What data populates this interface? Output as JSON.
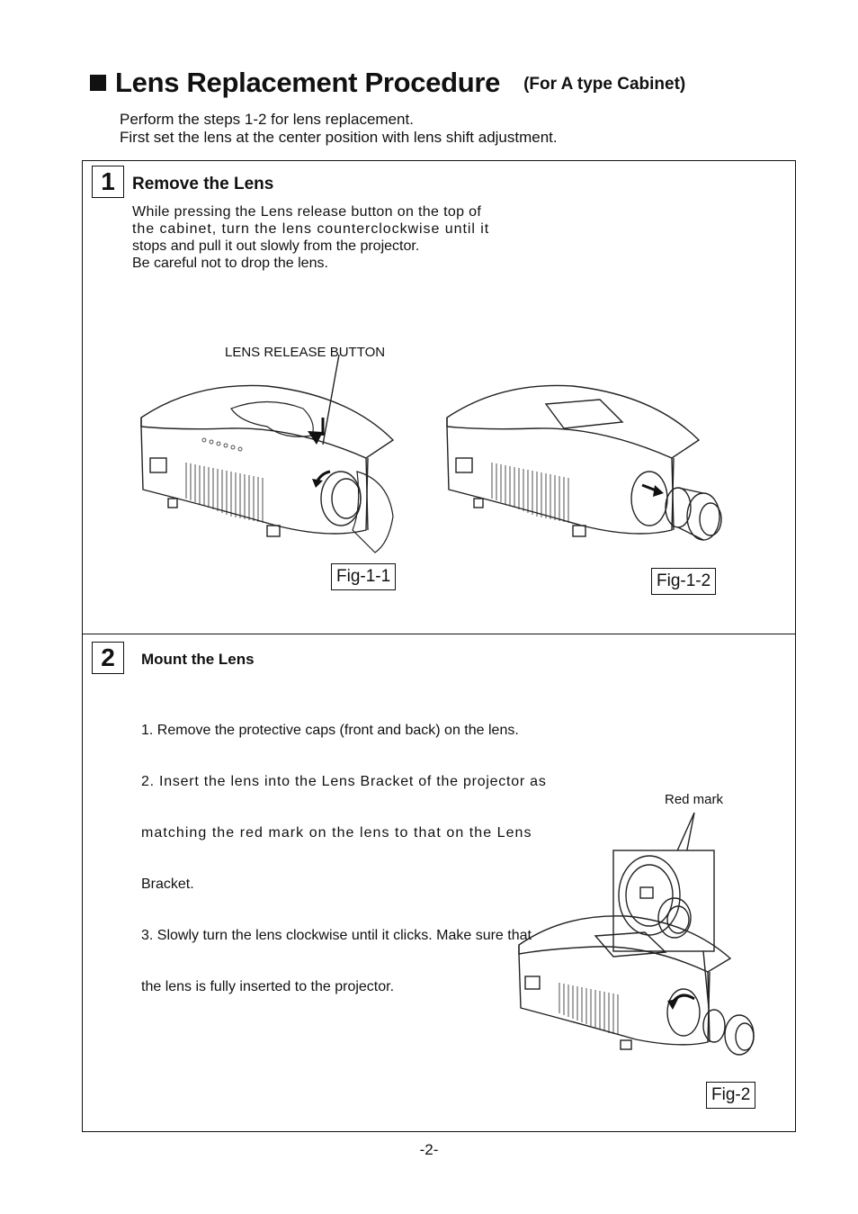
{
  "header": {
    "title": "Lens Replacement Procedure",
    "subtitle": "(For A type Cabinet)",
    "intro_lines": [
      "Perform the steps 1-2 for lens replacement.",
      "First set the lens at the center position with lens shift adjustment."
    ]
  },
  "step1": {
    "number": "1",
    "heading": "Remove the Lens",
    "lines": [
      "While pressing the Lens release button on the top of",
      "the cabinet, turn the lens counterclockwise until it",
      "stops and pull it out slowly from the projector.",
      "Be careful not to drop the lens."
    ],
    "callout": "LENS RELEASE BUTTON",
    "fig_a": "Fig-1-1",
    "fig_b": "Fig-1-2"
  },
  "step2": {
    "number": "2",
    "heading": "Mount the Lens",
    "lines": [
      "1. Remove the protective caps (front and back) on the lens.",
      "2. Insert the lens into the Lens Bracket of the projector as",
      "    matching the red mark on the lens to that on the Lens",
      "    Bracket.",
      "3. Slowly turn the lens clockwise until it clicks. Make sure that",
      "    the lens is fully inserted to the projector."
    ],
    "callout": "Red mark",
    "fig": "Fig-2"
  },
  "footer": {
    "page": "-2-"
  }
}
